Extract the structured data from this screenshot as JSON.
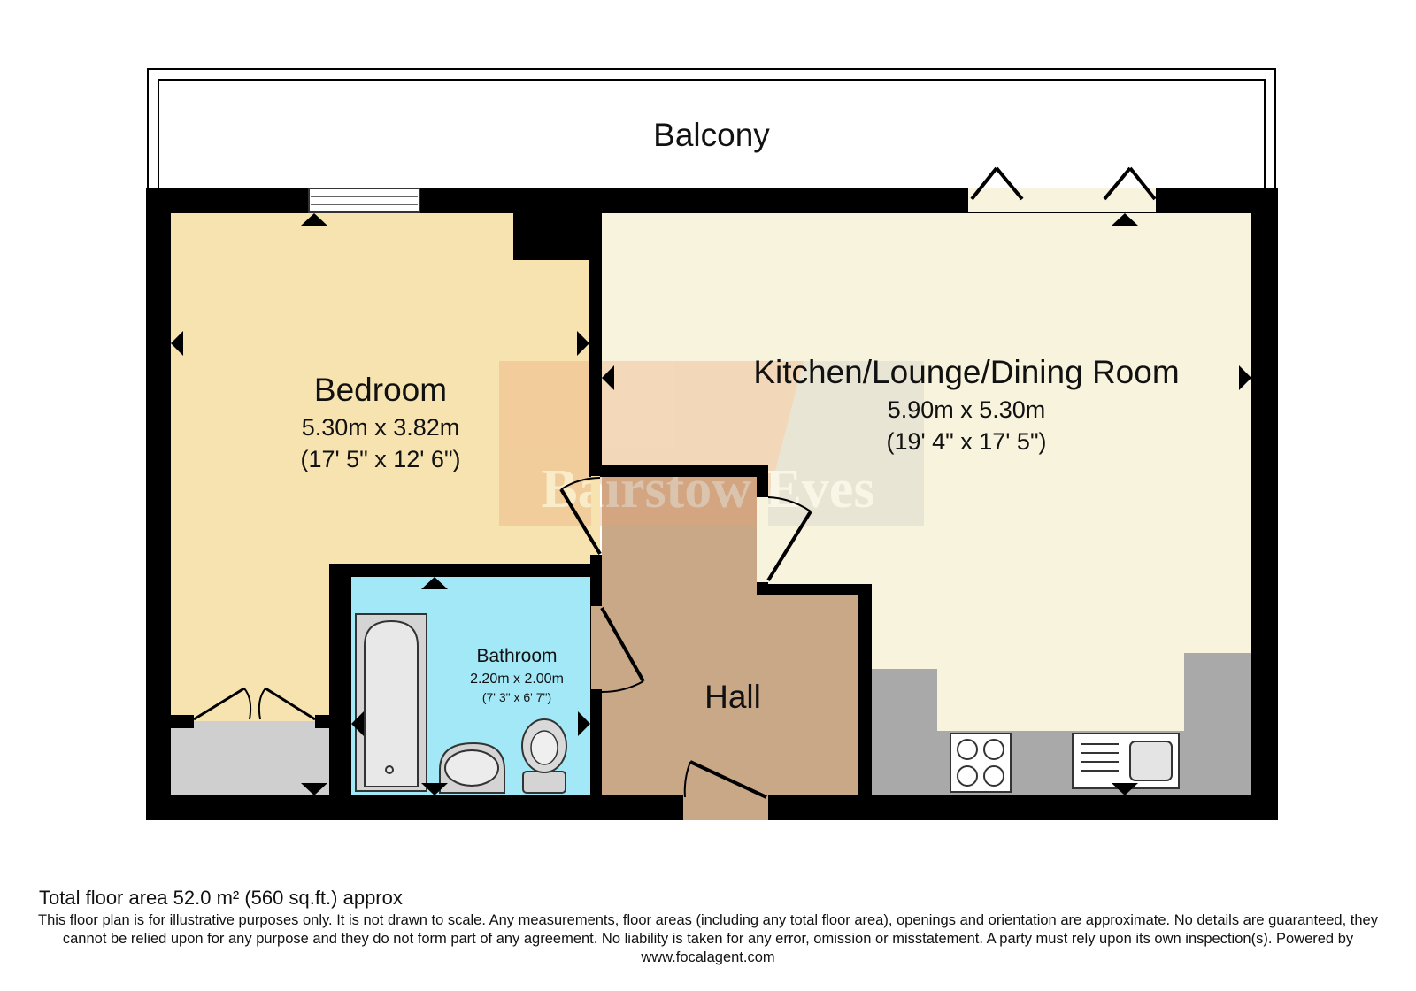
{
  "colors": {
    "wall": "#000000",
    "bedroom": "#f6e3b0",
    "kitchen": "#f8f3dc",
    "bathroom": "#a2e8f6",
    "hall": "#c9a888",
    "units": "#a9a9a9",
    "wardrobe": "#cfcfcf",
    "watermark": "#e8a070"
  },
  "rooms": {
    "balcony": {
      "name": "Balcony"
    },
    "bedroom": {
      "name": "Bedroom",
      "metric": "5.30m x 3.82m",
      "imperial": "(17' 5\" x 12' 6\")"
    },
    "kitchen": {
      "name": "Kitchen/Lounge/Dining Room",
      "metric": "5.90m x 5.30m",
      "imperial": "(19' 4\" x 17' 5\")"
    },
    "bathroom": {
      "name": "Bathroom",
      "metric": "2.20m x 2.00m",
      "imperial": "(7' 3\" x 6' 7\")"
    },
    "hall": {
      "name": "Hall"
    }
  },
  "watermark": {
    "text": "Bairstow Eves"
  },
  "footer": {
    "total_area": "Total floor area 52.0 m² (560 sq.ft.) approx",
    "disclaimer": "This floor plan is for illustrative purposes only. It is not drawn to scale. Any measurements, floor areas (including any total floor area), openings and orientation are approximate. No details are guaranteed, they cannot be relied upon for any purpose and they do not form part of any agreement. No liability is taken for any error, omission or misstatement. A party must rely upon its own inspection(s). Powered by www.focalagent.com"
  },
  "icons": [
    "window-icon",
    "door-swing-icon",
    "hob-icon",
    "sink-icon",
    "bath-icon",
    "toilet-icon",
    "basin-icon",
    "room-marker-icon"
  ]
}
